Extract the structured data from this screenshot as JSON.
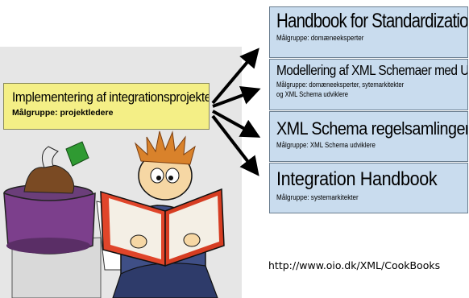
{
  "source": {
    "title": "Implementering af integrationsprojekter",
    "audience": "Målgruppe: projektledere"
  },
  "targets": [
    {
      "title": "Handbook for Standardization",
      "audience_lines": [
        "Målgruppe: domæneeksperter"
      ]
    },
    {
      "title": "Modellering af XML Schemaer med UML",
      "audience_lines": [
        "Målgruppe: domæneeksperter, sytemarkitekter",
        "og XML Schema udviklere"
      ]
    },
    {
      "title": "XML Schema regelsamlingen",
      "audience_lines": [
        "Målgruppe: XML Schema udviklere"
      ]
    },
    {
      "title": "Integration Handbook",
      "audience_lines": [
        "Målgruppe: systemarkitekter"
      ]
    }
  ],
  "url": "http://www.oio.dk/XML/CookBooks",
  "colors": {
    "source_fill": "#f4ef86",
    "target_fill": "#c9dcee",
    "background_shape": "#e6e6e6",
    "arrow": "#000000"
  },
  "illustration": "cartoon-reader-with-cooking-pot-icon"
}
